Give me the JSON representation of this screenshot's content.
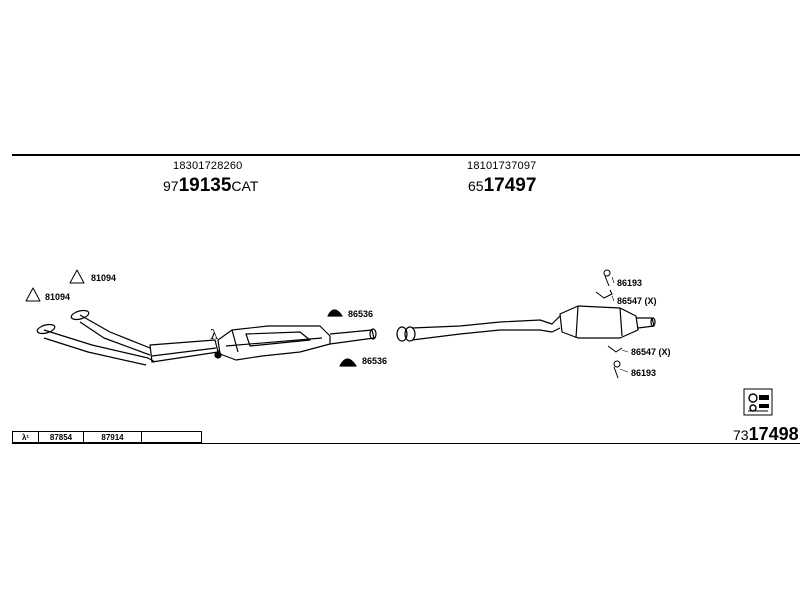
{
  "parts": {
    "front": {
      "oe_number": "18301728260",
      "prefix": "97",
      "number": "19135",
      "suffix": "CAT"
    },
    "rear": {
      "oe_number": "18101737097",
      "prefix": "65",
      "number": "17497"
    }
  },
  "callouts": {
    "gasket_upper": "81094",
    "gasket_lower": "81094",
    "clamp_upper": "86536",
    "clamp_lower": "86536",
    "hanger_rear_top": "86193",
    "rubber_rear_top": "86547 (X)",
    "rubber_rear_bottom": "86547 (X)",
    "hanger_rear_bottom": "86193",
    "lambda_symbol": "λ"
  },
  "bottom_table": {
    "lambda_label": "λ¹",
    "cells": [
      "87854",
      "87914",
      ""
    ]
  },
  "kit": {
    "prefix": "73",
    "number": "17498"
  }
}
